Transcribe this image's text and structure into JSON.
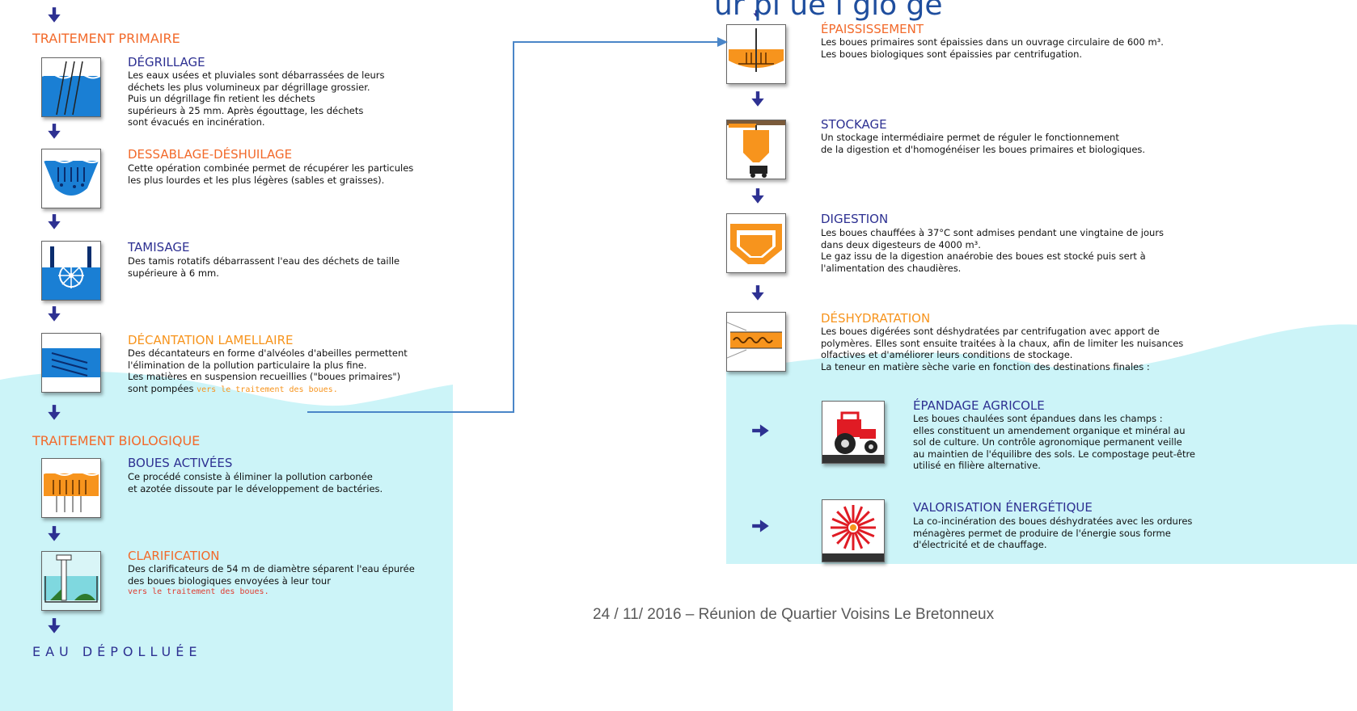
{
  "header": {
    "title_fragment": "ur  pl  ue  l  glo  ge"
  },
  "left": {
    "primary_title": "TRAITEMENT PRIMAIRE",
    "steps": [
      {
        "title": "DÉGRILLAGE",
        "lines": [
          "Les eaux usées et pluviales sont débarrassées de leurs",
          "déchets les plus volumineux par dégrillage grossier.",
          "Puis un dégrillage fin retient les déchets",
          "supérieurs à 25 mm. Après égouttage, les déchets",
          "sont évacués en incinération."
        ]
      },
      {
        "title": "DESSABLAGE-DÉSHUILAGE",
        "lines": [
          "Cette opération combinée permet de récupérer les particules",
          "les plus lourdes et les plus légères (sables et graisses)."
        ]
      },
      {
        "title": "TAMISAGE",
        "lines": [
          "Des tamis rotatifs débarrassent l'eau des déchets de taille",
          "supérieure à 6 mm."
        ]
      },
      {
        "title": "DÉCANTATION LAMELLAIRE",
        "lines": [
          "Des décantateurs en forme d'alvéoles d'abeilles permettent",
          "l'élimination de la pollution particulaire la plus fine.",
          "Les matières en suspension recueillies (\"boues primaires\")"
        ],
        "last_prefix": "sont pompées ",
        "last_link": "vers le traitement des boues."
      }
    ],
    "biological_title": "TRAITEMENT BIOLOGIQUE",
    "bio_steps": [
      {
        "title": "BOUES ACTIVÉES",
        "lines": [
          "Ce procédé consiste à éliminer la pollution carbonée",
          "et azotée dissoute par le développement de bactéries."
        ]
      },
      {
        "title": "CLARIFICATION",
        "lines": [
          "Des clarificateurs de 54 m de diamètre séparent l'eau épurée",
          "des boues biologiques envoyées à leur tour"
        ],
        "link": "vers le traitement des boues."
      }
    ],
    "final": "EAU DÉPOLLUÉE"
  },
  "right": {
    "steps": [
      {
        "title": "ÉPAISSISSEMENT",
        "lines": [
          "Les boues primaires sont épaissies dans un ouvrage circulaire de 600 m³.",
          "Les boues biologiques sont épaissies par centrifugation."
        ]
      },
      {
        "title": "STOCKAGE",
        "lines": [
          "Un stockage intermédiaire permet de réguler le fonctionnement",
          "de la digestion et d'homogénéiser les boues primaires et biologiques."
        ]
      },
      {
        "title": "DIGESTION",
        "lines": [
          "Les boues chauffées à 37°C sont admises pendant une vingtaine de jours",
          "dans deux digesteurs de 4000 m³.",
          "Le gaz issu de la digestion anaérobie des boues est stocké puis sert à",
          "l'alimentation des chaudières."
        ]
      },
      {
        "title": "DÉSHYDRATATION",
        "lines": [
          "Les boues digérées sont déshydratées par centrifugation avec apport de",
          "polymères. Elles sont ensuite traitées à la chaux, afin de limiter les nuisances",
          "olfactives et d'améliorer leurs conditions de stockage.",
          "La teneur en matière sèche varie en fonction des destinations finales :"
        ]
      }
    ],
    "destinations": [
      {
        "title": "ÉPANDAGE AGRICOLE",
        "lines": [
          "Les boues chaulées sont épandues dans les champs :",
          "elles constituent un amendement organique et minéral au",
          "sol de culture. Un contrôle agronomique permanent veille",
          "au maintien de l'équilibre des sols. Le compostage peut-être",
          "utilisé en filière alternative."
        ]
      },
      {
        "title": "VALORISATION ÉNERGÉTIQUE",
        "lines": [
          "La co-incinération des boues déshydratées avec les ordures",
          "ménagères permet de produire de l'énergie sous forme",
          "d'électricité et de chauffage."
        ]
      }
    ]
  },
  "footer": "24 / 11/ 2016 – Réunion de Quartier Voisins Le Bretonneux",
  "colors": {
    "orange": "#f26a2b",
    "light_orange": "#f7941d",
    "navy": "#2e3192",
    "water": "#ccf4f8",
    "connector": "#4a86c8"
  }
}
